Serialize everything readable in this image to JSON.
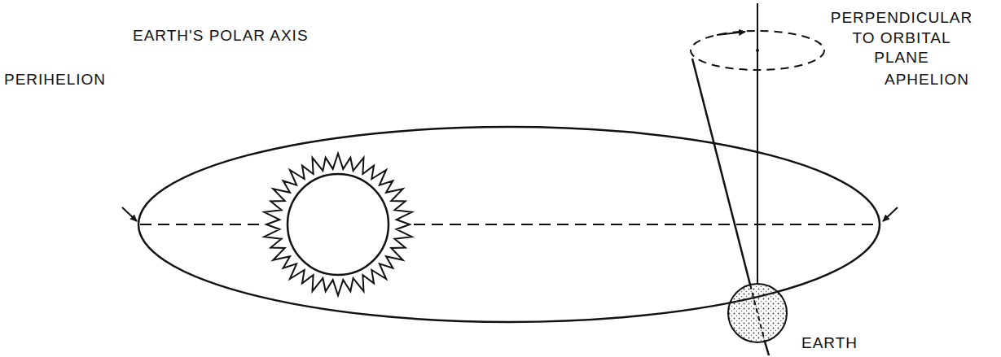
{
  "diagram": {
    "labels": [
      "EARTH'S POLAR AXIS",
      "PERPENDICULAR TO ORBITAL PLANE",
      "PERIHELION",
      "APHELION",
      "EARTH"
    ]
  }
}
